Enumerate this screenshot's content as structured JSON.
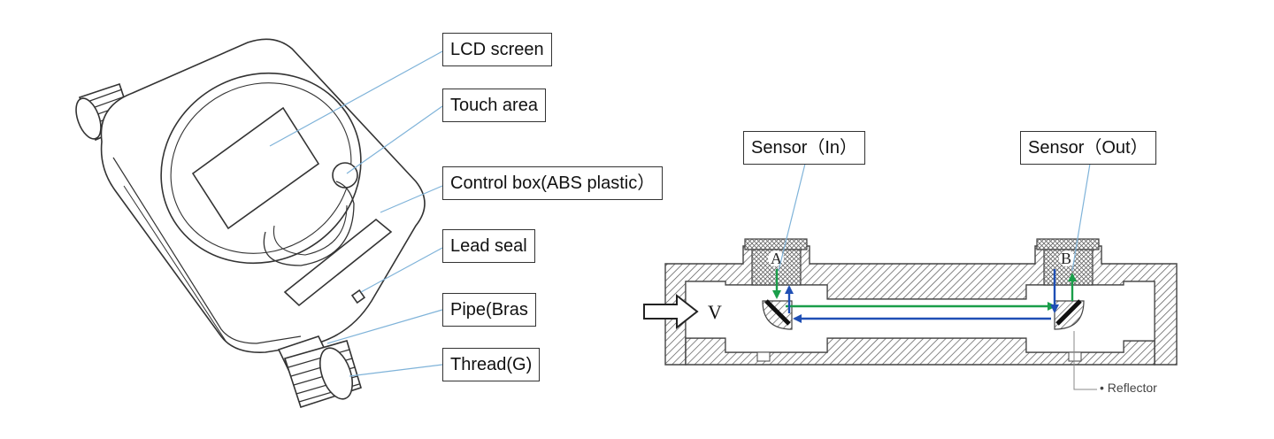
{
  "meter_callouts": {
    "lcd": "LCD screen",
    "touch": "Touch area",
    "control": "Control box(ABS plastic）",
    "seal": "Lead seal",
    "pipe": "Pipe(Bras",
    "thread": "Thread(G)"
  },
  "flow_diagram": {
    "sensor_in": "Sensor（In）",
    "sensor_out": "Sensor（Out）",
    "port_a": "A",
    "port_b": "B",
    "flow_symbol": "V",
    "reflector": "• Reflector"
  },
  "colors": {
    "leader_line": "#7fb3d9",
    "forward_path": "#1a9e4a",
    "return_path": "#1f4fb5",
    "outline": "#333333"
  }
}
